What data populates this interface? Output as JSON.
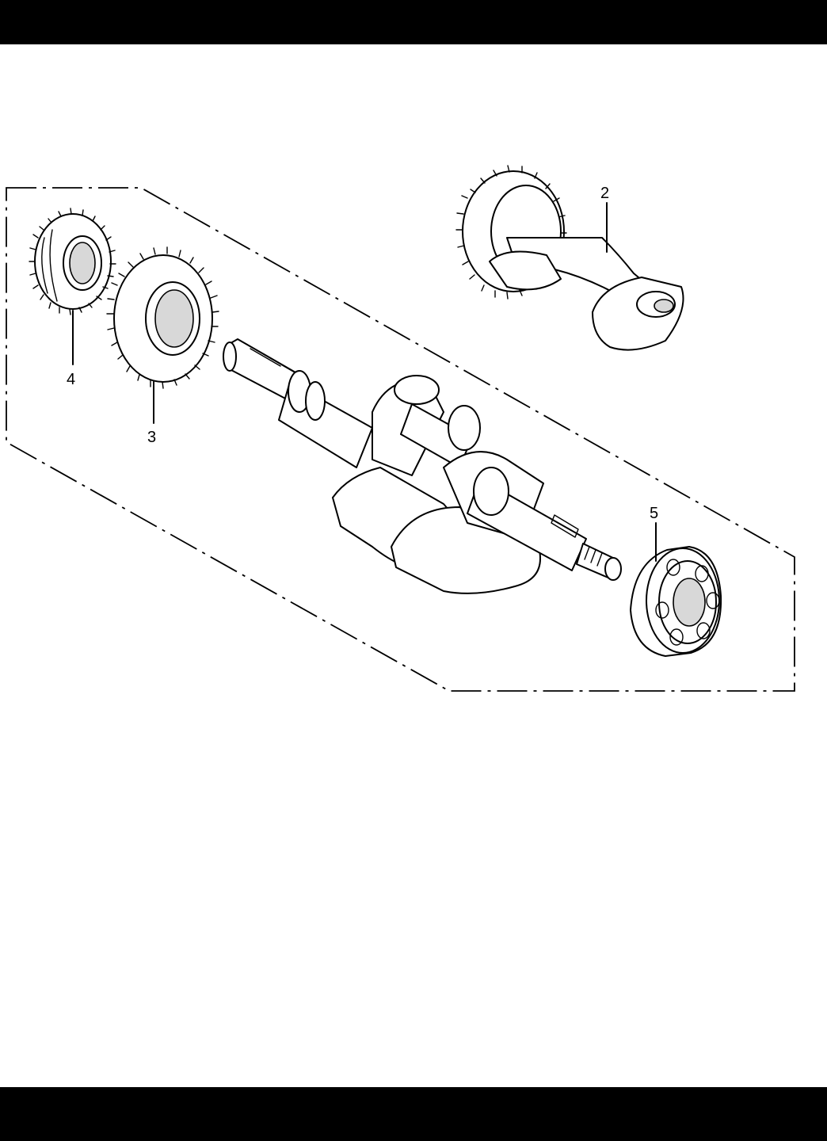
{
  "page": {
    "header_bar_color": "#000000",
    "footer_bar_color": "#000000",
    "background": "#ffffff"
  },
  "diagram": {
    "type": "exploded-parts-view",
    "callouts": [
      {
        "id": "balancer-shaft",
        "label": "2"
      },
      {
        "id": "gear-3",
        "label": "3"
      },
      {
        "id": "gear-4",
        "label": "4"
      },
      {
        "id": "bearing",
        "label": "5"
      }
    ]
  }
}
